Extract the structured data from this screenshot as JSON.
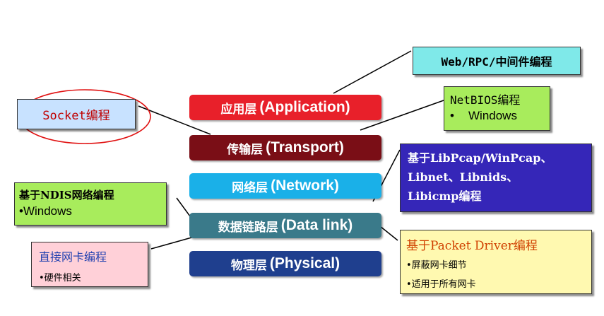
{
  "layers": [
    {
      "cn": "应用层",
      "en": "(Application)",
      "color": "#e8202a"
    },
    {
      "cn": "传输层",
      "en": "(Transport)",
      "color": "#7a0e16"
    },
    {
      "cn": "网络层",
      "en": "(Network)",
      "color": "#1ab0e8"
    },
    {
      "cn": "数据链路层",
      "en": "(Data link)",
      "color": "#3a7a8a"
    },
    {
      "cn": "物理层",
      "en": "(Physical)",
      "color": "#1f3f8e"
    }
  ],
  "callouts": {
    "web_rpc": {
      "title": "Web/RPC/中间件编程",
      "bg": "#7fe9e9"
    },
    "socket": {
      "title": "Socket编程",
      "bg": "#c8e2ff",
      "text_color": "#c00000",
      "ring_color": "#e01010"
    },
    "netbios": {
      "title": "NetBIOS编程",
      "bullet": "Windows",
      "bg": "#a8ec5c"
    },
    "libpcap": {
      "line1": "基于LibPcap/WinPcap、",
      "line2": "Libnet、Libnids、",
      "line3": "Libicmp编程",
      "bg": "#3526b8"
    },
    "ndis": {
      "title": "基于NDIS网络编程",
      "bullet": "•Windows",
      "bg": "#a8ec5c"
    },
    "packet_driver": {
      "title": "基于Packet Driver编程",
      "bullet1": "•屏蔽网卡细节",
      "bullet2": "•适用于所有网卡",
      "bg": "#fff9b0",
      "title_color": "#d04000"
    },
    "direct_nic": {
      "title": "直接网卡编程",
      "bullet": "•硬件相关",
      "bg": "#ffd0d8",
      "title_color": "#2040b0"
    }
  }
}
